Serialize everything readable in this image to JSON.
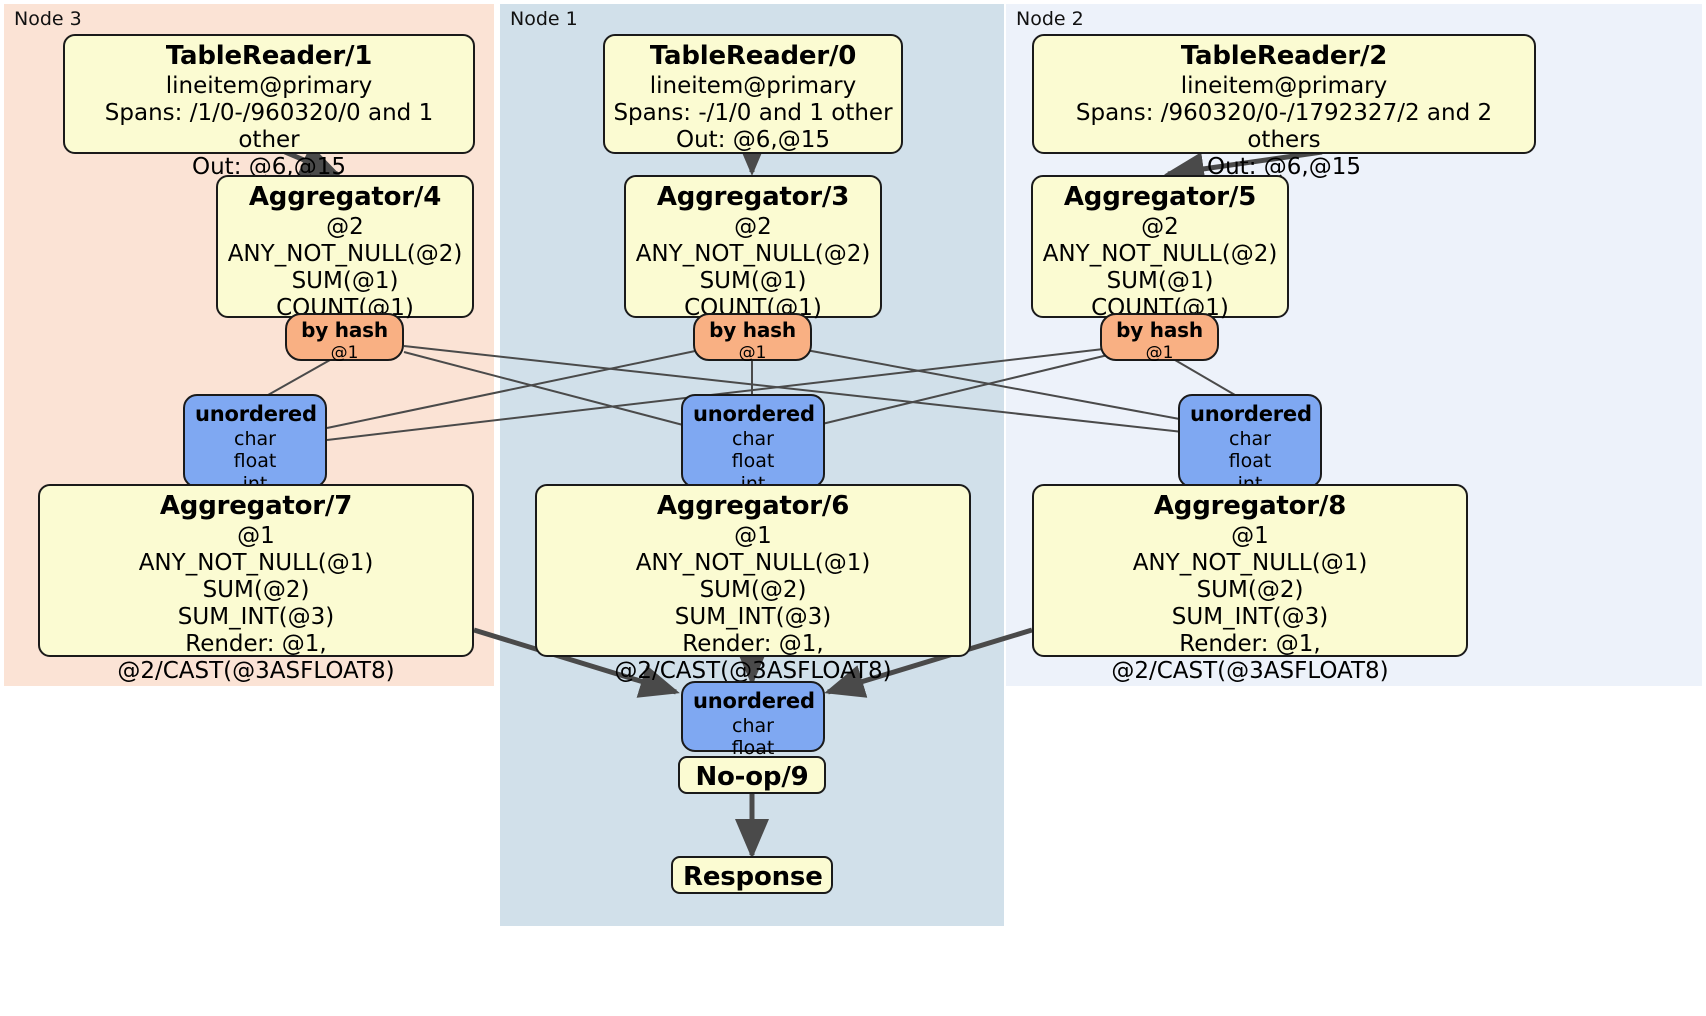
{
  "diagram": {
    "title": "Distributed query plan",
    "colors": {
      "panel_node3": "#FBE3D5",
      "panel_node1": "#D1E0EA",
      "panel_node2": "#EDF2FA",
      "processor_fill": "#FBFBD2",
      "router_fill": "#F9B083",
      "synchronizer_fill": "#7FA8F2",
      "edge": "#4a4a4a",
      "border": "#1a1a1a"
    },
    "panels": [
      {
        "id": "node3",
        "label": "Node 3"
      },
      {
        "id": "node1",
        "label": "Node 1"
      },
      {
        "id": "node2",
        "label": "Node 2"
      }
    ],
    "nodes": {
      "tablereader1": {
        "title": "TableReader/1",
        "lines": [
          "lineitem@primary",
          "Spans: /1/0-/960320/0 and 1 other",
          "Out: @6,@15"
        ]
      },
      "tablereader0": {
        "title": "TableReader/0",
        "lines": [
          "lineitem@primary",
          "Spans: -/1/0 and 1 other",
          "Out: @6,@15"
        ]
      },
      "tablereader2": {
        "title": "TableReader/2",
        "lines": [
          "lineitem@primary",
          "Spans: /960320/0-/1792327/2 and 2 others",
          "Out: @6,@15"
        ]
      },
      "aggregator4": {
        "title": "Aggregator/4",
        "lines": [
          "@2",
          "ANY_NOT_NULL(@2)",
          "SUM(@1)",
          "COUNT(@1)"
        ]
      },
      "aggregator3": {
        "title": "Aggregator/3",
        "lines": [
          "@2",
          "ANY_NOT_NULL(@2)",
          "SUM(@1)",
          "COUNT(@1)"
        ]
      },
      "aggregator5": {
        "title": "Aggregator/5",
        "lines": [
          "@2",
          "ANY_NOT_NULL(@2)",
          "SUM(@1)",
          "COUNT(@1)"
        ]
      },
      "byhash_left": {
        "title": "by hash",
        "lines": [
          "@1"
        ]
      },
      "byhash_center": {
        "title": "by hash",
        "lines": [
          "@1"
        ]
      },
      "byhash_right": {
        "title": "by hash",
        "lines": [
          "@1"
        ]
      },
      "unordered_left": {
        "title": "unordered",
        "lines": [
          "char",
          "float",
          "int"
        ]
      },
      "unordered_center": {
        "title": "unordered",
        "lines": [
          "char",
          "float",
          "int"
        ]
      },
      "unordered_right": {
        "title": "unordered",
        "lines": [
          "char",
          "float",
          "int"
        ]
      },
      "aggregator7": {
        "title": "Aggregator/7",
        "lines": [
          "@1",
          "ANY_NOT_NULL(@1)",
          "SUM(@2)",
          "SUM_INT(@3)",
          "Render: @1, @2/CAST(@3ASFLOAT8)"
        ]
      },
      "aggregator6": {
        "title": "Aggregator/6",
        "lines": [
          "@1",
          "ANY_NOT_NULL(@1)",
          "SUM(@2)",
          "SUM_INT(@3)",
          "Render: @1, @2/CAST(@3ASFLOAT8)"
        ]
      },
      "aggregator8": {
        "title": "Aggregator/8",
        "lines": [
          "@1",
          "ANY_NOT_NULL(@1)",
          "SUM(@2)",
          "SUM_INT(@3)",
          "Render: @1, @2/CAST(@3ASFLOAT8)"
        ]
      },
      "unordered_final": {
        "title": "unordered",
        "lines": [
          "char",
          "float"
        ]
      },
      "noop9": {
        "title": "No-op/9",
        "lines": []
      },
      "response": {
        "title": "Response",
        "lines": []
      }
    }
  }
}
